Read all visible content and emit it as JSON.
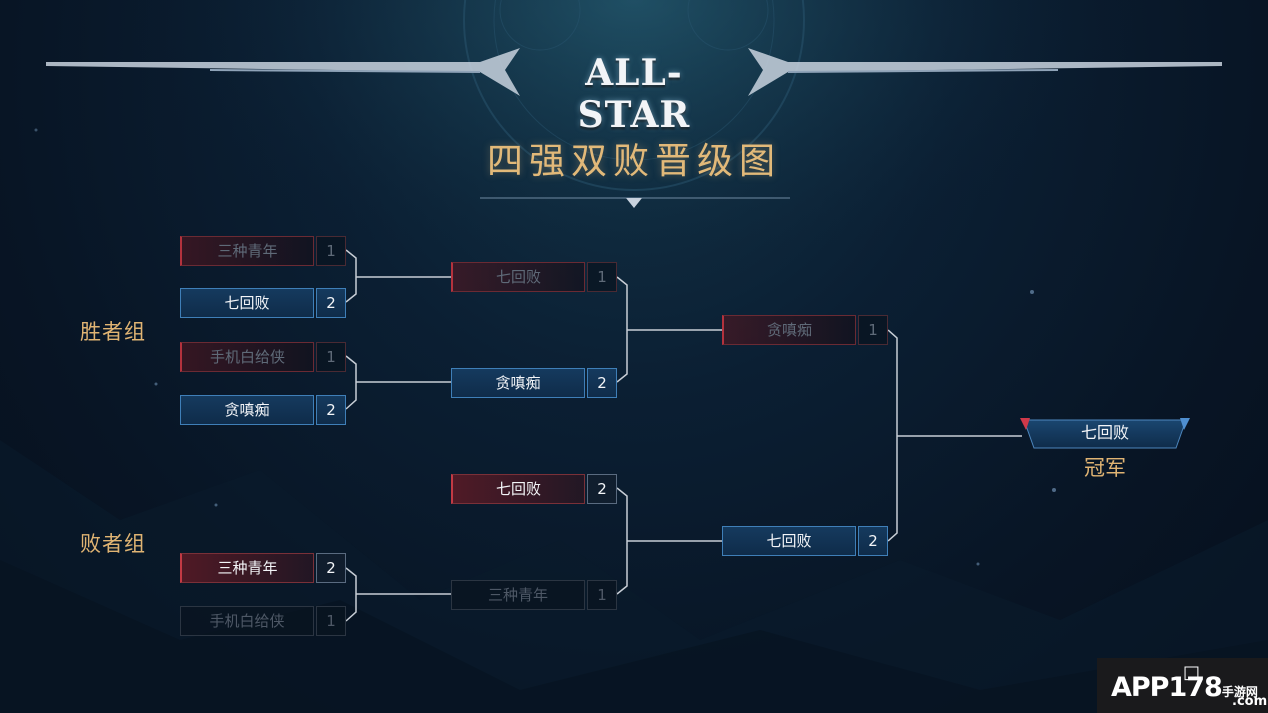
{
  "logo": "ALL-STAR",
  "title": "四强双败晋级图",
  "groups": {
    "winners": "胜者组",
    "losers": "败者组"
  },
  "winners_r1": [
    {
      "top": {
        "name": "三种青年",
        "score": "1"
      },
      "bottom": {
        "name": "七回败",
        "score": "2"
      }
    },
    {
      "top": {
        "name": "手机白给侠",
        "score": "1"
      },
      "bottom": {
        "name": "贪嗔痴",
        "score": "2"
      }
    }
  ],
  "winners_r2": {
    "top": {
      "name": "七回败",
      "score": "1"
    },
    "bottom": {
      "name": "贪嗔痴",
      "score": "2"
    }
  },
  "losers_r1": {
    "top": {
      "name": "三种青年",
      "score": "2"
    },
    "bottom": {
      "name": "手机白给侠",
      "score": "1"
    }
  },
  "losers_r2": {
    "top": {
      "name": "七回败",
      "score": "2"
    },
    "bottom": {
      "name": "三种青年",
      "score": "1"
    }
  },
  "final": {
    "top": {
      "name": "贪嗔痴",
      "score": "1"
    },
    "bottom": {
      "name": "七回败",
      "score": "2"
    }
  },
  "champion": {
    "name": "七回败",
    "label": "冠军"
  },
  "watermark": {
    "main": "APP178",
    "sub_top": "手游网",
    "sub_bottom": ".com"
  },
  "colors": {
    "accent_gold": "#e2b979",
    "win_blue": "#3f7fb8",
    "lose_red": "#b3323d",
    "line": "#c8ced6"
  }
}
